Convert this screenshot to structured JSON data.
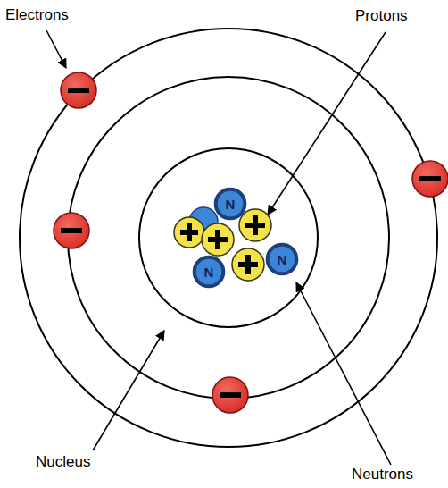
{
  "diagram": {
    "nodes": [
      {
        "text": [
          "N"
        ]
      },
      {
        "text": [
          "N"
        ]
      },
      {
        "text": [
          "N"
        ]
      }
    ],
    "labels": [
      "Electrons",
      "Protons",
      "Nucleus",
      "Neutrons"
    ]
  }
}
